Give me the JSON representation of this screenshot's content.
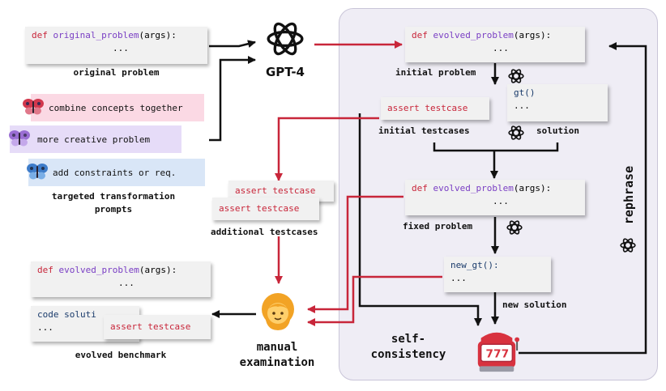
{
  "colors": {
    "red": "#c8263a",
    "purple": "#7a3fc4",
    "black": "#111111",
    "region": "#efedf5",
    "prompt1": "#fbd9e4",
    "prompt2": "#e6dcf8",
    "prompt3": "#d9e6f7"
  },
  "gpt4": {
    "label": "GPT-4",
    "icon": "openai-logo-icon"
  },
  "original": {
    "kw": "def",
    "fn": "original_problem",
    "args": "(args):",
    "body": "...",
    "label": "original problem"
  },
  "prompts": {
    "items": [
      {
        "text": "combine concepts together",
        "icon": "butterfly-icon"
      },
      {
        "text": "more creative problem",
        "icon": "butterfly-icon"
      },
      {
        "text": "add constraints or req.",
        "icon": "butterfly-icon"
      }
    ],
    "label_line1": "targeted transformation",
    "label_line2": "prompts"
  },
  "initial": {
    "kw": "def",
    "fn": "evolved_problem",
    "args": "(args):",
    "body": "...",
    "label": "initial problem"
  },
  "initial_tests": {
    "text": "assert testcase",
    "label": "initial testcases"
  },
  "solution": {
    "line1": "gt()",
    "line2": "...",
    "label": "solution"
  },
  "fixed": {
    "kw": "def",
    "fn": "evolved_problem",
    "args": "(args):",
    "body": "...",
    "label": "fixed problem"
  },
  "new_solution": {
    "line1": "new_gt():",
    "line2": "...",
    "label": "new solution"
  },
  "additional_tests": {
    "text1": "assert testcase",
    "text2": "assert testcase",
    "label": "additional testcases"
  },
  "manual": {
    "line1": "manual",
    "line2": "examination",
    "icon": "person-icon"
  },
  "evolved": {
    "kw": "def",
    "fn": "evolved_problem",
    "args": "(args):",
    "body": "...",
    "code_line1": "code soluti",
    "code_line2": "...",
    "test": "assert testcase",
    "label": "evolved benchmark"
  },
  "self_consistency": {
    "line1": "self-",
    "line2": "consistency",
    "icon": "slot-machine-icon"
  },
  "rephrase": {
    "label": "rephrase"
  }
}
